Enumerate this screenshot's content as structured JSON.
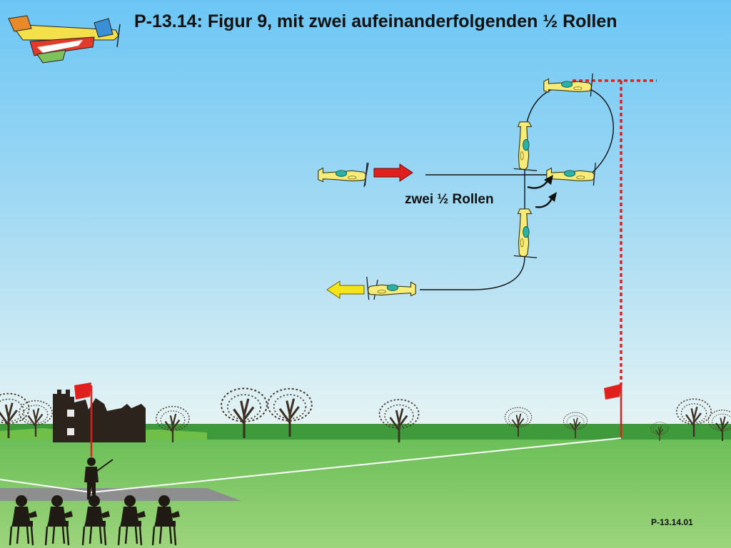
{
  "title": "P-13.14: Figur 9, mit zwei aufeinanderfolgenden ½ Rollen",
  "annotation": "zwei ½ Rollen",
  "figure_code": "P-13.14.01",
  "colors": {
    "sky_top": "#6cc6f5",
    "sky_bottom": "#dff1f6",
    "grass": "#7cc35e",
    "aircraft_yellow": "#f7ec7a",
    "entry_arrow": "#e0201c",
    "exit_arrow": "#f4e41a",
    "boundary_line": "#e0201c"
  },
  "icons": {
    "logo": "airplane-logo-icon",
    "entry_arrow": "red-right-arrow-icon",
    "exit_arrow": "yellow-left-arrow-icon",
    "roll_arrow": "curved-roll-arrow-icon",
    "flag": "red-flag-icon",
    "pilot": "pilot-silhouette-icon",
    "judge": "judge-silhouette-icon"
  }
}
